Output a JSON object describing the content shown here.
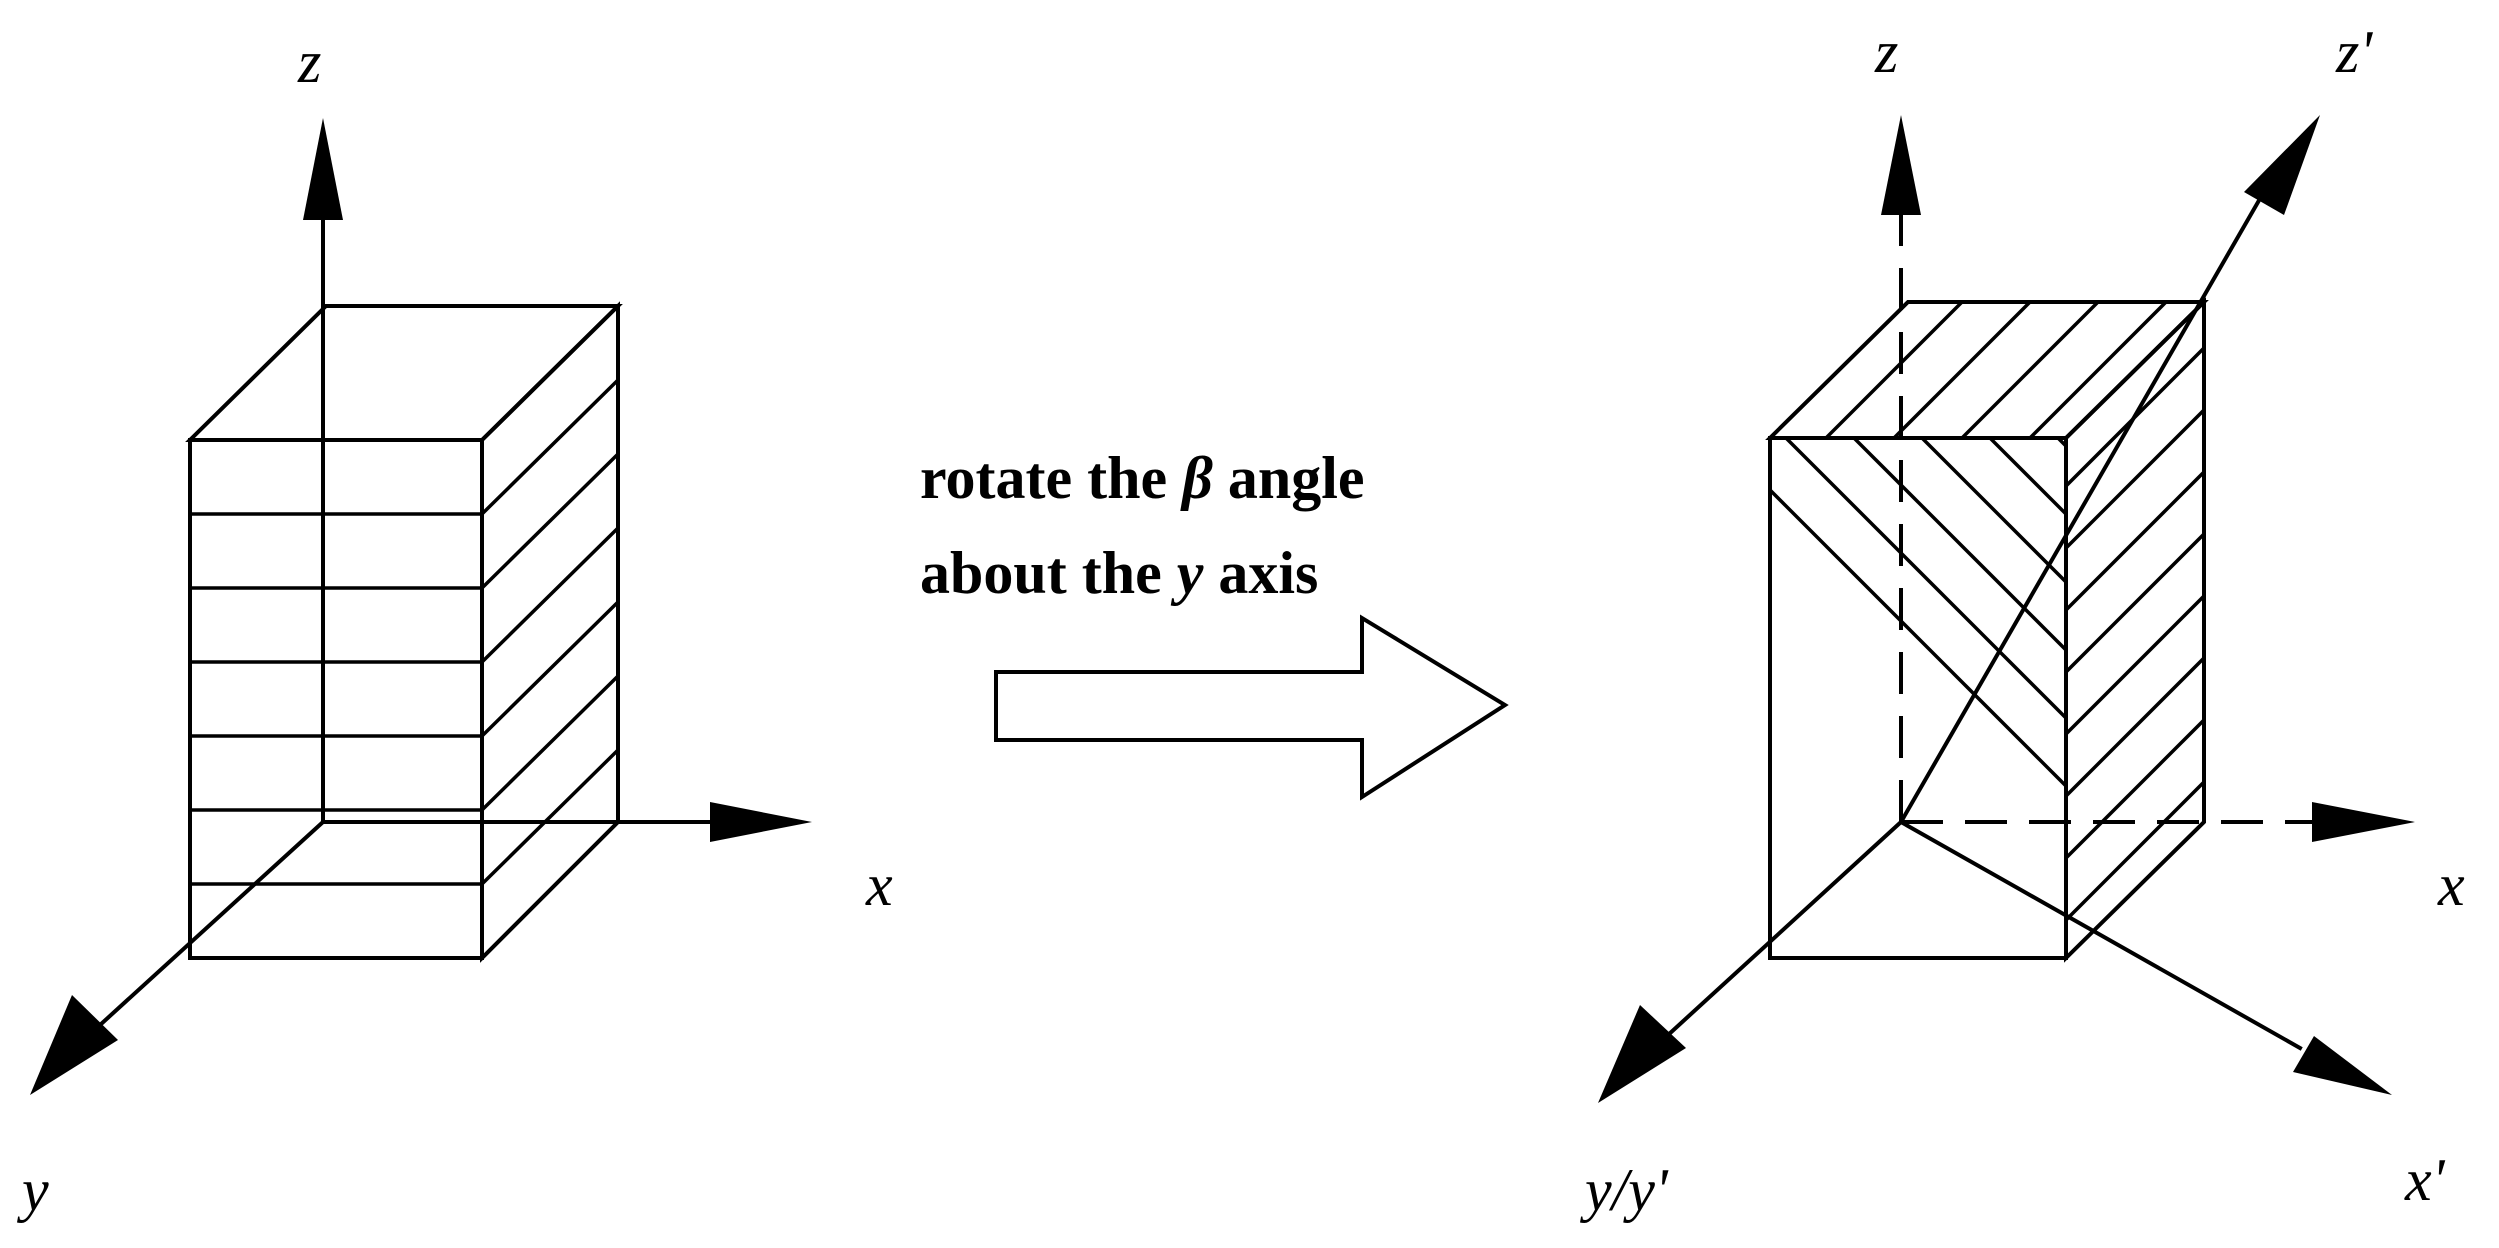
{
  "left_figure": {
    "axes": {
      "z": "z",
      "x": "x",
      "y": "y"
    },
    "layers": 7
  },
  "transform_arrow": {
    "line1_pre": "rotate the ",
    "line1_symbol": "β",
    "line1_post": " angle",
    "line2_pre": "about the ",
    "line2_symbol": "y",
    "line2_post": " axis"
  },
  "right_figure": {
    "axes": {
      "z": "z",
      "z_prime": "z'",
      "x": "x",
      "x_prime": "x'",
      "y": "y/y'"
    }
  }
}
